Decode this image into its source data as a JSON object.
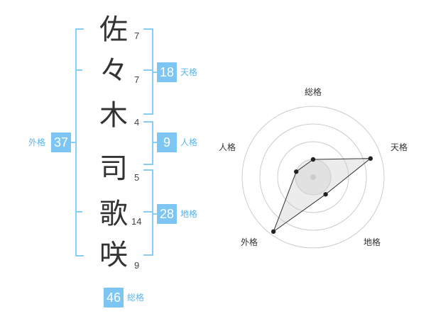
{
  "name_chars": [
    {
      "char": "佐",
      "strokes": "7"
    },
    {
      "char": "々",
      "strokes": "7"
    },
    {
      "char": "木",
      "strokes": "4"
    },
    {
      "char": "司",
      "strokes": "5"
    },
    {
      "char": "歌",
      "strokes": "14"
    },
    {
      "char": "咲",
      "strokes": "9"
    }
  ],
  "kakusu": {
    "tenkaku": {
      "value": "18",
      "label": "天格"
    },
    "jinkaku": {
      "value": "9",
      "label": "人格"
    },
    "chikaku": {
      "value": "28",
      "label": "地格"
    },
    "gaikaku": {
      "value": "37",
      "label": "外格"
    },
    "soukaku": {
      "value": "46",
      "label": "総格"
    }
  },
  "colors": {
    "accent": "#7dc6f3",
    "bracket": "#88cdf6"
  },
  "chart_data": {
    "type": "radar",
    "axes": [
      "総格",
      "天格",
      "地格",
      "外格",
      "人格"
    ],
    "values": [
      0.25,
      0.85,
      0.3,
      0.95,
      0.25
    ],
    "rings": 4,
    "range": [
      0,
      1
    ]
  }
}
